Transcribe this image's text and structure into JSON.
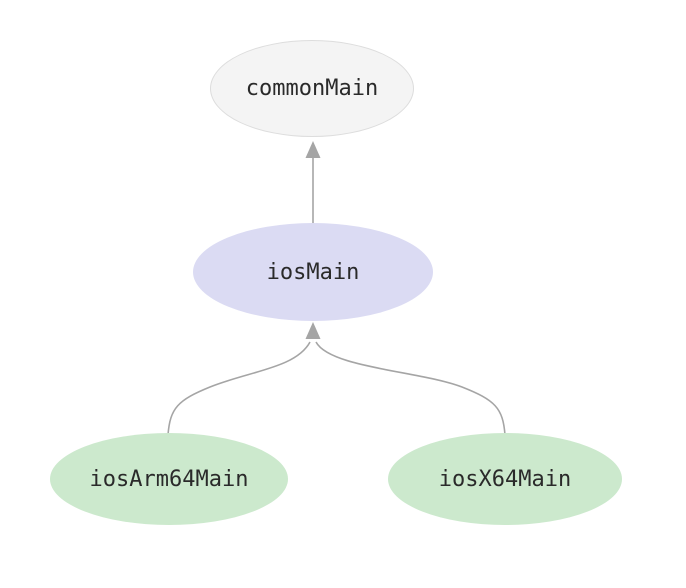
{
  "diagram": {
    "type": "graph",
    "background_color": "#ffffff",
    "edge_color": "#a5a5a5",
    "text_color": "#2a2a2a",
    "nodes": [
      {
        "id": "commonMain",
        "label": "commonMain",
        "fill": "#f4f4f4",
        "border": "#dddddd"
      },
      {
        "id": "iosMain",
        "label": "iosMain",
        "fill": "#dbdbf3",
        "border": "none"
      },
      {
        "id": "iosArm64Main",
        "label": "iosArm64Main",
        "fill": "#cce9cd",
        "border": "none"
      },
      {
        "id": "iosX64Main",
        "label": "iosX64Main",
        "fill": "#cce9cd",
        "border": "none"
      }
    ],
    "edges": [
      {
        "from": "iosMain",
        "to": "commonMain",
        "style": "straight-arrow-up"
      },
      {
        "from": "iosArm64Main",
        "to": "iosMain",
        "style": "curved-arrow-up-merged"
      },
      {
        "from": "iosX64Main",
        "to": "iosMain",
        "style": "curved-arrow-up-merged"
      }
    ]
  }
}
